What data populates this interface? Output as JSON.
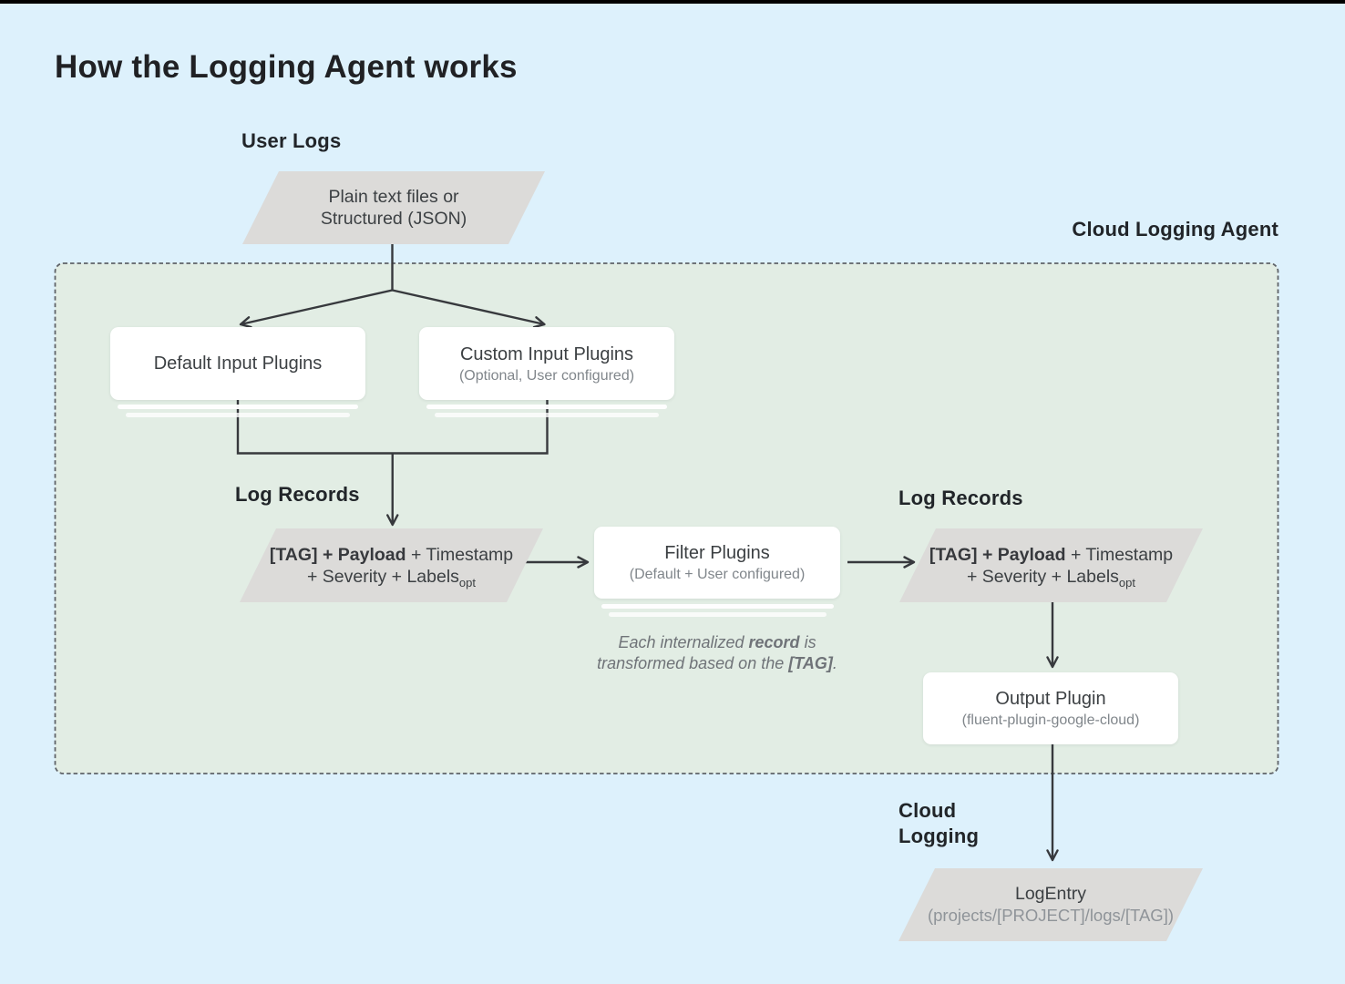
{
  "colors": {
    "page_background": "#ddf1fc",
    "top_bar": "#000000",
    "agent_region_fill": "#e2ede4",
    "agent_region_border": "#5f6368",
    "parallelogram_fill": "#dcdbd9",
    "node_fill": "#ffffff",
    "connector": "#37393d",
    "heading_text": "#202124",
    "node_text": "#3c4043",
    "muted_text": "#80868b"
  },
  "title": "How the Logging Agent works",
  "user_logs": {
    "label": "User Logs",
    "source": {
      "line1": "Plain text files or",
      "line2": "Structured (JSON)"
    }
  },
  "agent": {
    "label": "Cloud Logging Agent",
    "default_input": {
      "title": "Default Input Plugins"
    },
    "custom_input": {
      "title": "Custom Input Plugins",
      "subtitle": "(Optional, User configured)"
    },
    "log_records_left": {
      "label": "Log Records",
      "line1_bold": "[TAG] + Payload",
      "line1_rest": " + Timestamp",
      "line2": "+ Severity + Labels",
      "line2_sub": "opt"
    },
    "filter": {
      "title": "Filter Plugins",
      "subtitle": "(Default + User configured)",
      "note_line1_pre": "Each internalized ",
      "note_line1_bold": "record",
      "note_line1_post": " is",
      "note_line2_pre": "transformed based on the ",
      "note_line2_bold": "[TAG]",
      "note_line2_post": "."
    },
    "log_records_right": {
      "label": "Log Records",
      "line1_bold": "[TAG] + Payload",
      "line1_rest": " + Timestamp",
      "line2": "+ Severity + Labels",
      "line2_sub": "opt"
    },
    "output": {
      "title": "Output Plugin",
      "subtitle": "(fluent-plugin-google-cloud)"
    }
  },
  "cloud_logging": {
    "label_line1": "Cloud",
    "label_line2": "Logging",
    "logentry": {
      "title": "LogEntry",
      "subtitle": "(projects/[PROJECT]/logs/[TAG])"
    }
  }
}
